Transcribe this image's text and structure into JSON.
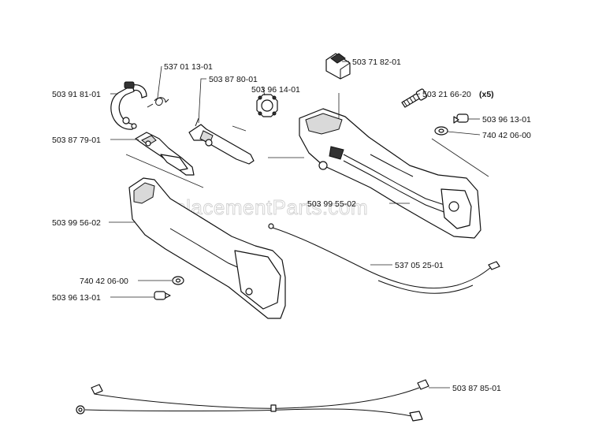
{
  "watermark": "eReplacementParts.com",
  "parts": {
    "p_503918101": "503 91 81-01",
    "p_537011301": "537 01 13-01",
    "p_503878001": "503 87 80-01",
    "p_503961401": "503 96 14-01",
    "p_503718201": "503 71 82-01",
    "p_503216620": "503 21 66-20",
    "p_503216620_qty": "(x5)",
    "p_503961301_a": "503 96 13-01",
    "p_740420600_a": "740 42 06-00",
    "p_503877901": "503 87 79-01",
    "p_503995502": "503 99 55-02",
    "p_503995602": "503 99 56-02",
    "p_537052501": "537 05 25-01",
    "p_740420600_b": "740 42 06-00",
    "p_503961301_b": "503 96 13-01",
    "p_503878501": "503 87 85-01"
  }
}
